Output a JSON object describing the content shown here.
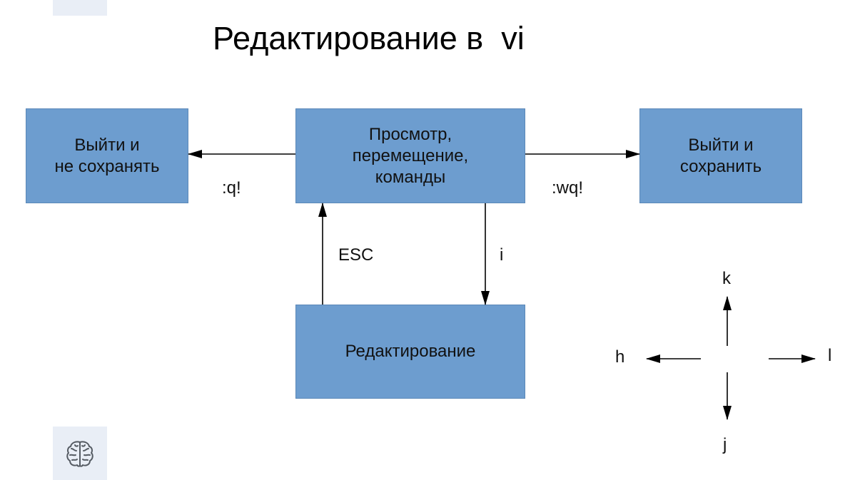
{
  "title": "Редактирование в  vi",
  "nodes": {
    "quit_nosave": "Выйти и\nне сохранять",
    "command_mode": "Просмотр,\nперемещение,\nкоманды",
    "quit_save": "Выйти и\nсохранить",
    "edit_mode": "Редактирование"
  },
  "edges": {
    "quit_nosave_cmd": ":q!",
    "quit_save_cmd": ":wq!",
    "esc_key": "ESC",
    "insert_key": "i"
  },
  "navigation": {
    "up": "k",
    "down": "j",
    "left": "h",
    "right": "l"
  },
  "colors": {
    "box_fill": "#6d9dcf",
    "box_border": "#5b88b8",
    "tile_bg": "#e9eef6"
  },
  "icons": {
    "logo": "brain-icon"
  }
}
